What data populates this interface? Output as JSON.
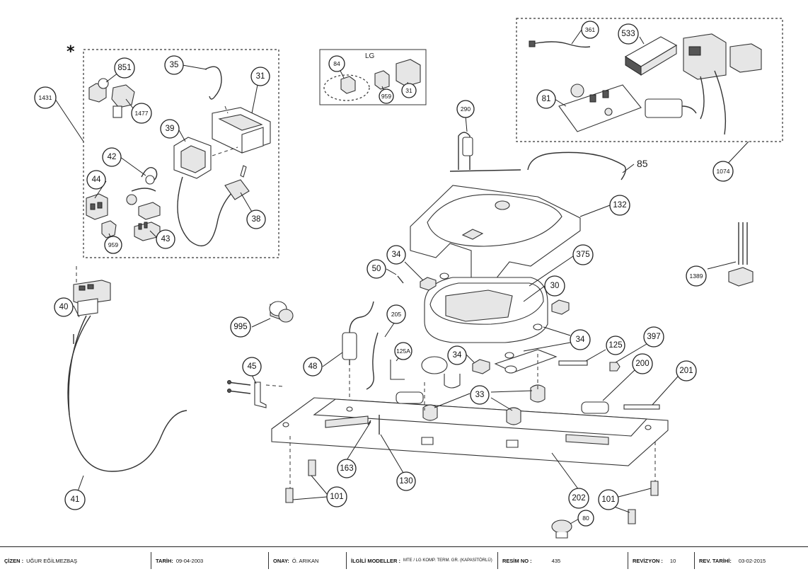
{
  "callouts": {
    "c1431": "1431",
    "c851": "851",
    "c1477": "1477",
    "c35": "35",
    "c31a": "31",
    "c39": "39",
    "c42": "42",
    "c44": "44",
    "c38": "38",
    "c959a": "959",
    "c43": "43",
    "c84": "84",
    "c959b": "959",
    "c31b": "31",
    "c361": "361",
    "c533": "533",
    "c81": "81",
    "c1074": "1074",
    "c290": "290",
    "c85": "85",
    "c132": "132",
    "c375": "375",
    "c30": "30",
    "c34a": "34",
    "c34b": "34",
    "c34c": "34",
    "c50": "50",
    "c205": "205",
    "c125A": "125A",
    "c48": "48",
    "c995": "995",
    "c40": "40",
    "c45": "45",
    "c397": "397",
    "c125": "125",
    "c200": "200",
    "c201": "201",
    "c33": "33",
    "c1389": "1389",
    "c163": "163",
    "c130": "130",
    "c202": "202",
    "c101a": "101",
    "c101b": "101",
    "c80": "80",
    "c41": "41"
  },
  "labels": {
    "star": "*",
    "lg": "LG"
  },
  "title_block": {
    "drawn_key": "ÇİZEN :",
    "drawn_val": "UĞUR EĞİLMEZBAŞ",
    "date_key": "TARİH:",
    "date_val": "09-04-2003",
    "approve_key": "ONAY:",
    "approve_val": "Ö. ARIKAN",
    "models_key": "İLGİLİ MODELLER :",
    "models_val": "MTE / LG KOMP. TERM. GR. (KAPASİTÖRLÜ)",
    "pic_key": "RESİM NO :",
    "pic_val": "435",
    "rev_key": "REVİZYON :",
    "rev_val": "10",
    "revdate_key": "REV. TARİHİ:",
    "revdate_val": "03-02-2015"
  }
}
